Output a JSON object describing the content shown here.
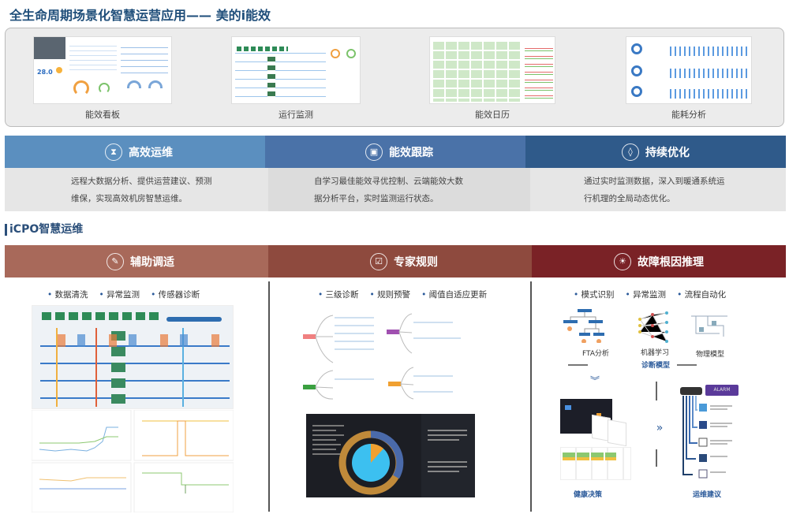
{
  "title": "全生命周期场景化智慧运营应用—— 美的i能效",
  "thumbnails": [
    {
      "label": "能效看板"
    },
    {
      "label": "运行监测"
    },
    {
      "label": "能效日历"
    },
    {
      "label": "能耗分析"
    }
  ],
  "features": [
    {
      "title": "高效运维",
      "icon": "hourglass-icon",
      "desc_line1": "远程大数据分析、提供运营建议、预测",
      "desc_line2": "维保，实现高效机房智慧运维。",
      "color": "#5b8fbf"
    },
    {
      "title": "能效跟踪",
      "icon": "tracking-icon",
      "desc_line1": "自学习最佳能效寻优控制、云端能效大数",
      "desc_line2": "据分析平台，实时监测运行状态。",
      "color": "#4a72a8"
    },
    {
      "title": "持续优化",
      "icon": "drop-icon",
      "desc_line1": "通过实时监测数据，深入到暖通系统运",
      "desc_line2": "行机理的全局动态优化。",
      "color": "#2f5a8a"
    }
  ],
  "section_title": "iCPO智慧运维",
  "modules": [
    {
      "title": "辅助调适",
      "color": "#a8695a",
      "bullets": [
        "数据清洗",
        "异常监测",
        "传感器诊断"
      ]
    },
    {
      "title": "专家规则",
      "color": "#8e4a3e",
      "bullets": [
        "三级诊断",
        "规则预警",
        "阈值自适应更新"
      ]
    },
    {
      "title": "故障根因推理",
      "color": "#7a2226",
      "bullets": [
        "模式识别",
        "异常监测",
        "流程自动化"
      ]
    }
  ],
  "diagnosis": {
    "fta": "FTA分析",
    "ml": "机器学习",
    "physical": "物理模型",
    "models": "诊断模型",
    "health": "健康决策",
    "advice": "运维建议",
    "alarm": "ALARM"
  }
}
